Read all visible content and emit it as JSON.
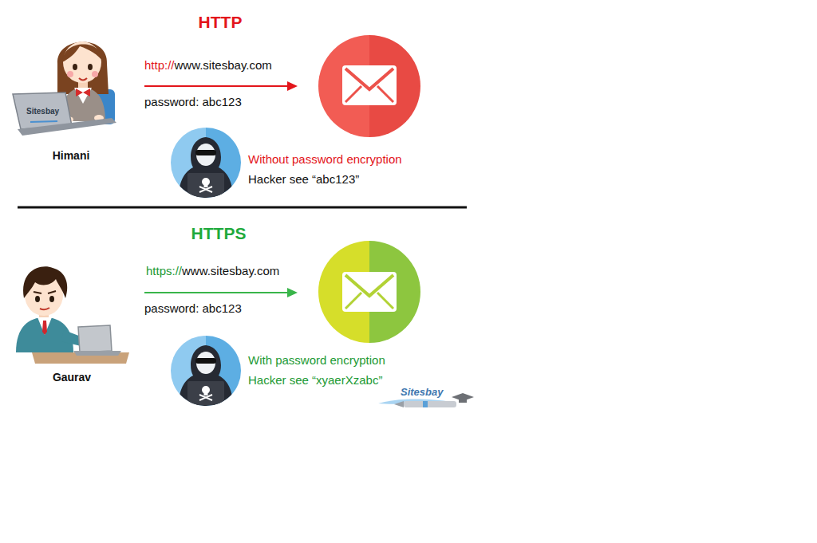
{
  "diagram": {
    "labels": [
      "HTTP",
      "http://",
      "www.sitesbay.com",
      "password: abc123",
      "Sitesbay",
      "Himani",
      "Without password encryption",
      "Hacker see “abc123”",
      "HTTPS",
      "https://",
      "www.sitesbay.com",
      "password: abc123",
      "Gaurav",
      "With password encryption",
      "Hacker see “xyaerXzabc”",
      "Sitesbay"
    ]
  }
}
